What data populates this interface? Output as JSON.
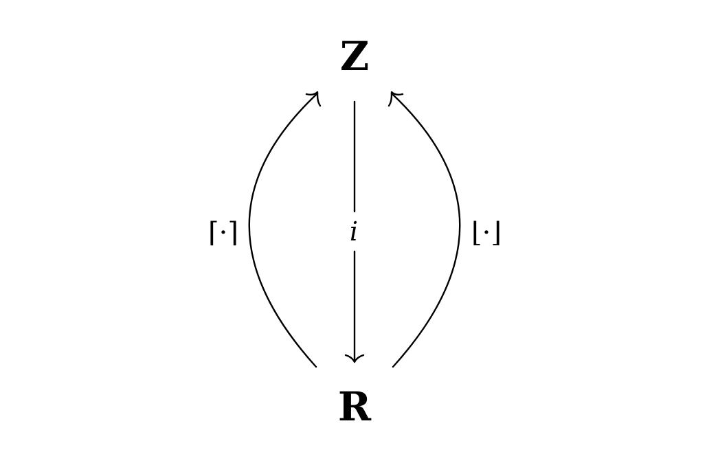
{
  "diagram": {
    "nodes": {
      "top": "Z",
      "bottom": "R"
    },
    "edges": {
      "left": "⌈·⌉",
      "center": "i",
      "right": "⌊·⌋"
    }
  }
}
